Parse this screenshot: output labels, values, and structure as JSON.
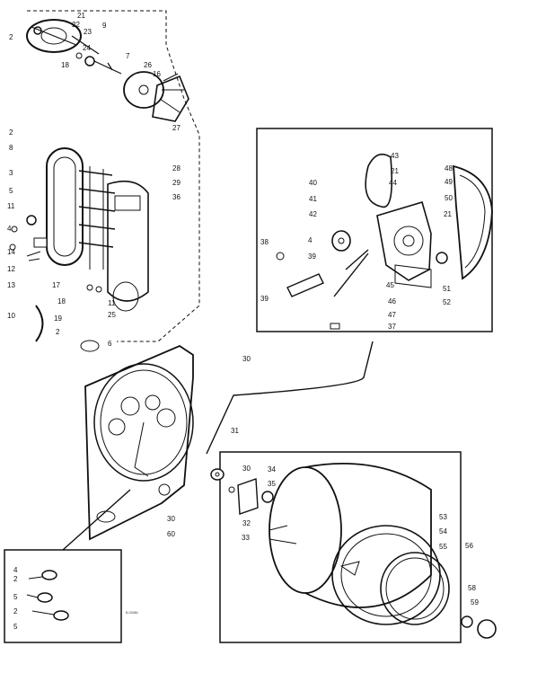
{
  "callouts": [
    {
      "id": "c-21a",
      "text": "21"
    },
    {
      "id": "c-22",
      "text": "22"
    },
    {
      "id": "c-2a",
      "text": "2"
    },
    {
      "id": "c-23",
      "text": "23"
    },
    {
      "id": "c-9",
      "text": "9"
    },
    {
      "id": "c-24",
      "text": "24"
    },
    {
      "id": "c-18a",
      "text": "18"
    },
    {
      "id": "c-7",
      "text": "7"
    },
    {
      "id": "c-26",
      "text": "26"
    },
    {
      "id": "c-16",
      "text": "16"
    },
    {
      "id": "c-27",
      "text": "27"
    },
    {
      "id": "c-2b",
      "text": "2"
    },
    {
      "id": "c-8",
      "text": "8"
    },
    {
      "id": "c-28",
      "text": "28"
    },
    {
      "id": "c-29",
      "text": "29"
    },
    {
      "id": "c-36",
      "text": "36"
    },
    {
      "id": "c-3",
      "text": "3"
    },
    {
      "id": "c-5a",
      "text": "5"
    },
    {
      "id": "c-11a",
      "text": "11"
    },
    {
      "id": "c-4a",
      "text": "4"
    },
    {
      "id": "c-14",
      "text": "14"
    },
    {
      "id": "c-12",
      "text": "12"
    },
    {
      "id": "c-13",
      "text": "13"
    },
    {
      "id": "c-17",
      "text": "17"
    },
    {
      "id": "c-18b",
      "text": "18"
    },
    {
      "id": "c-25",
      "text": "25"
    },
    {
      "id": "c-11b",
      "text": "11"
    },
    {
      "id": "c-6",
      "text": "6"
    },
    {
      "id": "c-10",
      "text": "10"
    },
    {
      "id": "c-19",
      "text": "19"
    },
    {
      "id": "c-2c",
      "text": "2"
    },
    {
      "id": "c-30a",
      "text": "30"
    },
    {
      "id": "c-43",
      "text": "43"
    },
    {
      "id": "c-21b",
      "text": "21"
    },
    {
      "id": "c-44",
      "text": "44"
    },
    {
      "id": "c-48",
      "text": "48"
    },
    {
      "id": "c-49",
      "text": "49"
    },
    {
      "id": "c-40",
      "text": "40"
    },
    {
      "id": "c-41",
      "text": "41"
    },
    {
      "id": "c-42",
      "text": "42"
    },
    {
      "id": "c-50",
      "text": "50"
    },
    {
      "id": "c-21c",
      "text": "21"
    },
    {
      "id": "c-38",
      "text": "38"
    },
    {
      "id": "c-4b",
      "text": "4"
    },
    {
      "id": "c-39a",
      "text": "39"
    },
    {
      "id": "c-39b",
      "text": "39"
    },
    {
      "id": "c-45",
      "text": "45"
    },
    {
      "id": "c-51",
      "text": "51"
    },
    {
      "id": "c-52",
      "text": "52"
    },
    {
      "id": "c-46",
      "text": "46"
    },
    {
      "id": "c-47",
      "text": "47"
    },
    {
      "id": "c-37",
      "text": "37"
    },
    {
      "id": "c-31",
      "text": "31"
    },
    {
      "id": "c-30b",
      "text": "30"
    },
    {
      "id": "c-34",
      "text": "34"
    },
    {
      "id": "c-35",
      "text": "35"
    },
    {
      "id": "c-32",
      "text": "32"
    },
    {
      "id": "c-33",
      "text": "33"
    },
    {
      "id": "c-30c",
      "text": "30"
    },
    {
      "id": "c-60",
      "text": "60"
    },
    {
      "id": "c-53",
      "text": "53"
    },
    {
      "id": "c-54",
      "text": "54"
    },
    {
      "id": "c-55",
      "text": "55"
    },
    {
      "id": "c-56",
      "text": "56"
    },
    {
      "id": "c-58",
      "text": "58"
    },
    {
      "id": "c-59",
      "text": "59"
    },
    {
      "id": "c-4c",
      "text": "4"
    },
    {
      "id": "c-2d",
      "text": "2"
    },
    {
      "id": "c-5b",
      "text": "5"
    },
    {
      "id": "c-2e",
      "text": "2"
    },
    {
      "id": "c-5c",
      "text": "5"
    }
  ],
  "tiny_mark": "8-02/86"
}
